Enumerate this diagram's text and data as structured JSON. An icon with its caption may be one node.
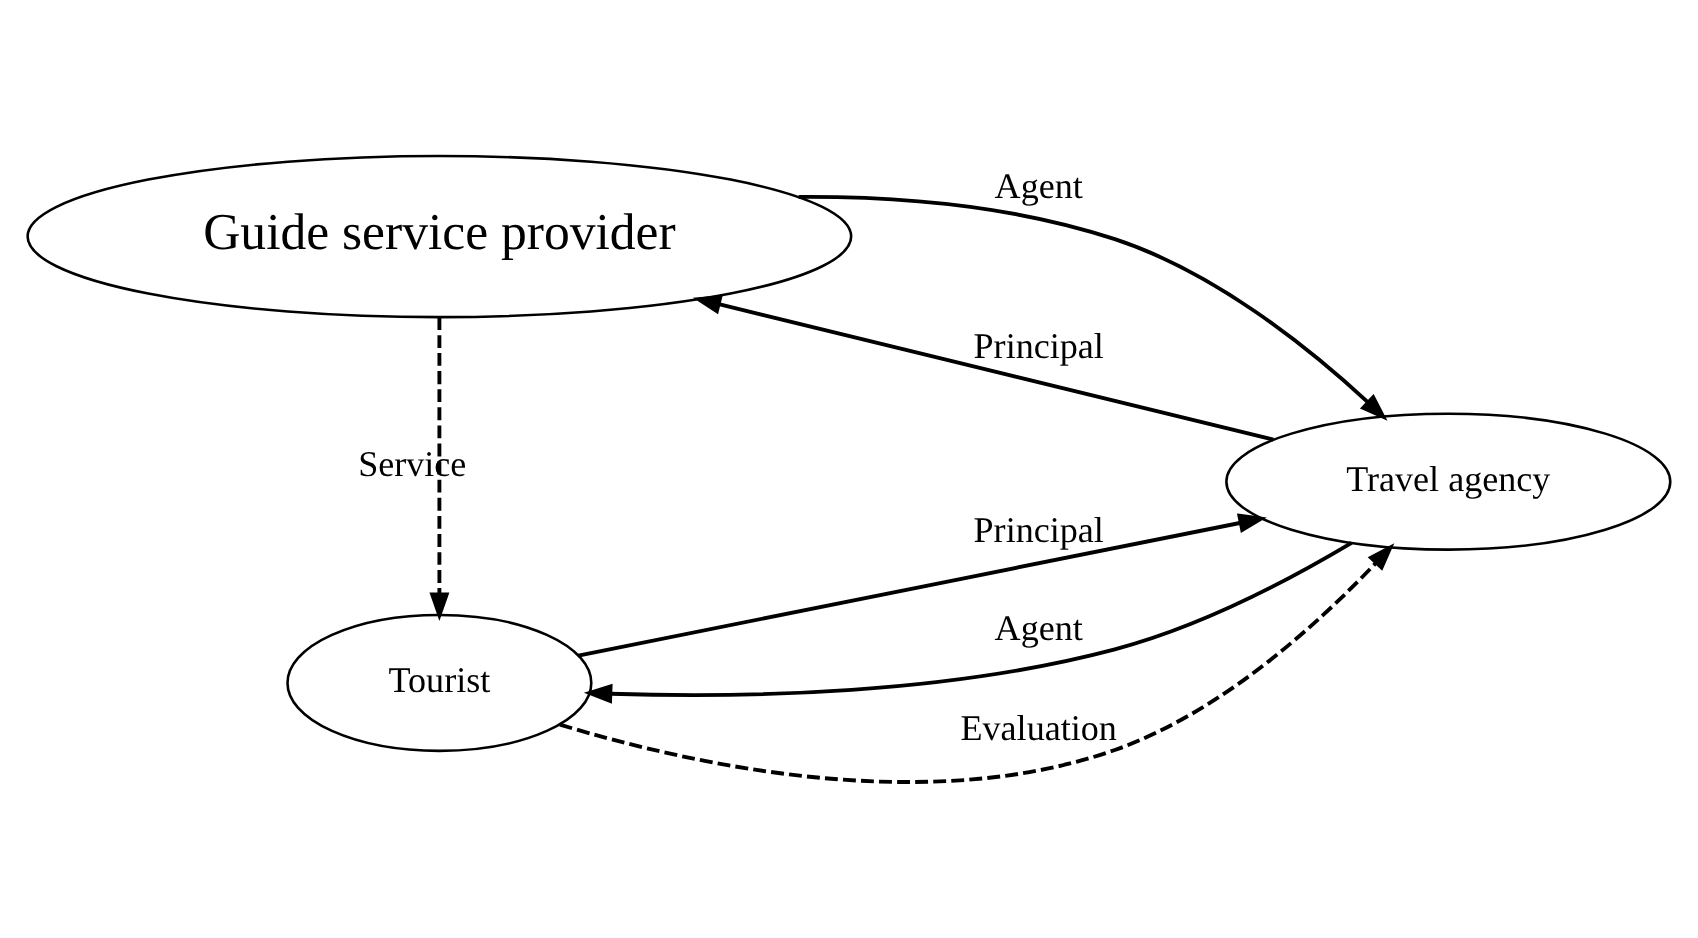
{
  "diagram": {
    "nodes": [
      {
        "text": [
          "Guide service provider"
        ]
      },
      {
        "text": [
          "Travel agency"
        ]
      },
      {
        "text": [
          "Tourist"
        ]
      }
    ],
    "edges": [
      {
        "from": 0,
        "to": 1,
        "arrow": "to",
        "label": "Agent"
      },
      {
        "from": 1,
        "to": 0,
        "arrow": "to",
        "label": "Principal"
      },
      {
        "from": 0,
        "to": 2,
        "arrow": "to",
        "label": "Service",
        "style": "dashed"
      },
      {
        "from": 2,
        "to": 1,
        "arrow": "to",
        "label": "Principal"
      },
      {
        "from": 1,
        "to": 2,
        "arrow": "to",
        "label": "Agent"
      },
      {
        "from": 2,
        "to": 1,
        "arrow": "to",
        "label": "Evaluation",
        "style": "dashed"
      }
    ]
  }
}
